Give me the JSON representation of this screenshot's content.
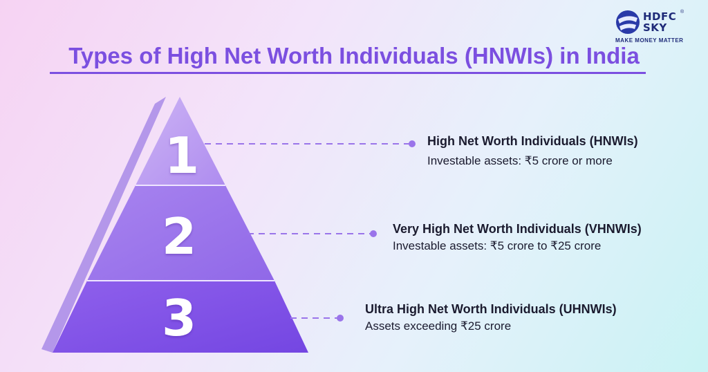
{
  "logo": {
    "word_line1": "HDFC",
    "word_line2": "SKY",
    "registered_mark": "®",
    "tagline": "MAKE MONEY MATTER"
  },
  "title": "Types of High Net Worth Individuals (HNWIs) in India",
  "colors": {
    "title": "#7b4fe0",
    "tier_top": "#b99af0",
    "tier_middle": "#9a74ea",
    "tier_bottom": "#7d4ee6",
    "connector": "#9a74ea"
  },
  "tiers": [
    {
      "number": "1",
      "heading": "High Net Worth Individuals (HNWIs)",
      "description": "Investable assets: ₹5 crore or more"
    },
    {
      "number": "2",
      "heading": "Very High Net Worth Individuals (VHNWIs)",
      "description": "Investable assets: ₹5 crore to ₹25 crore"
    },
    {
      "number": "3",
      "heading": "Ultra High Net Worth Individuals (UHNWIs)",
      "description": "Assets exceeding ₹25 crore"
    }
  ]
}
